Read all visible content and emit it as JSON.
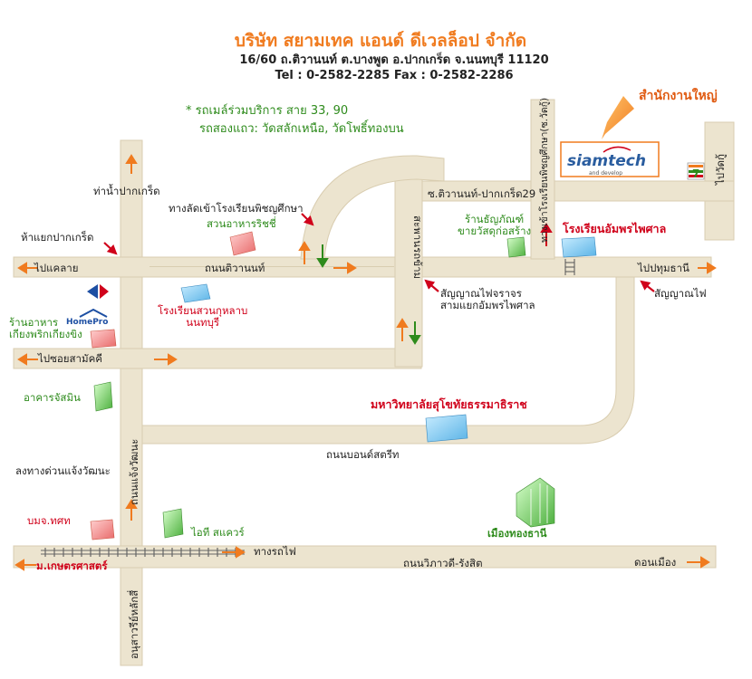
{
  "header": {
    "company_name": "บริษัท สยามเทค แอนด์ ดีเวลล็อป จำกัด",
    "address": "16/60 ถ.ติวานนท์ ต.บางพูด อ.ปากเกร็ด จ.นนทบุรี 11120",
    "phone_fax": "Tel : 0-2582-2285 Fax : 0-2582-2286"
  },
  "transit": {
    "bus_line": "*  รถเมล์ร่วมบริการ สาย 33, 90",
    "songthaew_line": "รถสองแถว: วัดสลักเหนือ, วัดโพธิ์ทองบน"
  },
  "office": {
    "head_office_label": "สำนักงานใหญ่",
    "logo_text": "siamtech",
    "logo_subtext": "and develop"
  },
  "roads": {
    "tiwanon_road": "ถนนติวานนท์",
    "to_khae_lai": "ไปแคลาย",
    "to_soi_samakkhi": "ไปซอยสามัคคี",
    "to_pathum_thani": "ไปปทุมธานี",
    "soi_tiwanon_29": "ซ.ติวานนท์-ปากเกร็ด29",
    "sa_nam_bin_nam": "สะพานรถข้าม",
    "phichan_entrance": "ทางเข้าโรงเรียนพิชญศึกษา(ซ.วัดกู้)",
    "to_wat_ku": "ไปวัดกู้",
    "bond_street_road": "ถนนบอนด์สตรีท",
    "chaeng_watthana_expressway": "ลงทางด่วนแจ้งวัฒนะ",
    "chaeng_watthana_road": "ถนนแจ้งวัฒนะ",
    "railway": "ทางรถไฟ",
    "vibhavadi_rangsit_road": "ถนนวิภาวดี-รังสิต",
    "to_kasetsart": "ม.เกษตรศาสตร์",
    "to_don_mueang": "ดอนเมือง",
    "anusawari_lak_si": "อนุสาวรีย์หลักสี่"
  },
  "landmarks": {
    "pak_kret_pier": "ท่าน้ำปากเกร็ด",
    "pak_kret_intersection": "ห้าแยกปากเกร็ด",
    "shortcut_phichan_school": "ทางลัดเข้าโรงเรียนพิชญศึกษา",
    "richy_restaurant": "สวนอาหารริชชี่",
    "suan_kularb_school": "โรงเรียนสวนกุหลาบ\nนนทบุรี",
    "kiang_phrik_restaurant": "ร้านอาหาร\nเกียงพริกเกียงขิง",
    "homepro_logo": "HomePro",
    "jasmine_building": "อาคารจัสมิน",
    "tanya_store": "ร้านธัญภัณฑ์\nขายวัสดุก่อสร้าง",
    "amphon_school": "โรงเรียนอัมพรไพศาล",
    "traffic_light_railway": "สัญญาณไฟจราจร\nสามแยกอัมพรไพศาล",
    "traffic_light": "สัญญาณไฟ",
    "stou_university": "มหาวิทยาลัยสุโขทัยธรรมาธิราช",
    "tot_company": "บมจ.ทศท",
    "it_square": "ไอที สแควร์",
    "muang_thong_thani": "เมืองทองธานี",
    "seven_eleven": "7-Eleven"
  },
  "colors": {
    "road": "#ece4cf",
    "road_edge": "#d9cdb0",
    "arrow_orange": "#f07b1f",
    "arrow_green": "#2e8b1c",
    "pointer_red": "#d0021b",
    "title_orange": "#f07b1f"
  }
}
